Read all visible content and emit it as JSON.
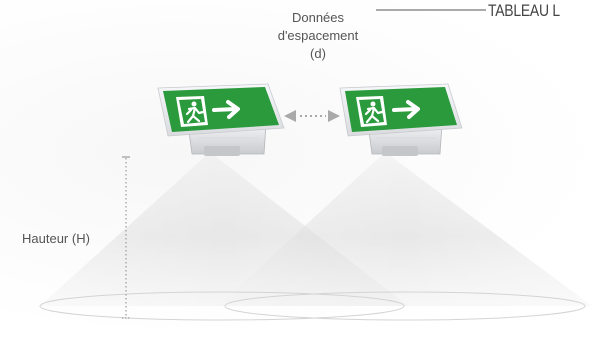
{
  "labels": {
    "spacing_line1": "Données",
    "spacing_line2": "d'espacement",
    "spacing_line3": "(d)",
    "height": "Hauteur (H)",
    "table": "TABLEAU L"
  },
  "colors": {
    "sign_green": "#2a9a3c",
    "sign_border": "#e9eaec",
    "arrow_grey": "#a9a9a9",
    "beam_grey": "#d0d0d0",
    "text": "#555555"
  },
  "icons": {
    "running_man": "emergency-exit-running-man-icon",
    "exit_arrow": "right-arrow-icon"
  }
}
